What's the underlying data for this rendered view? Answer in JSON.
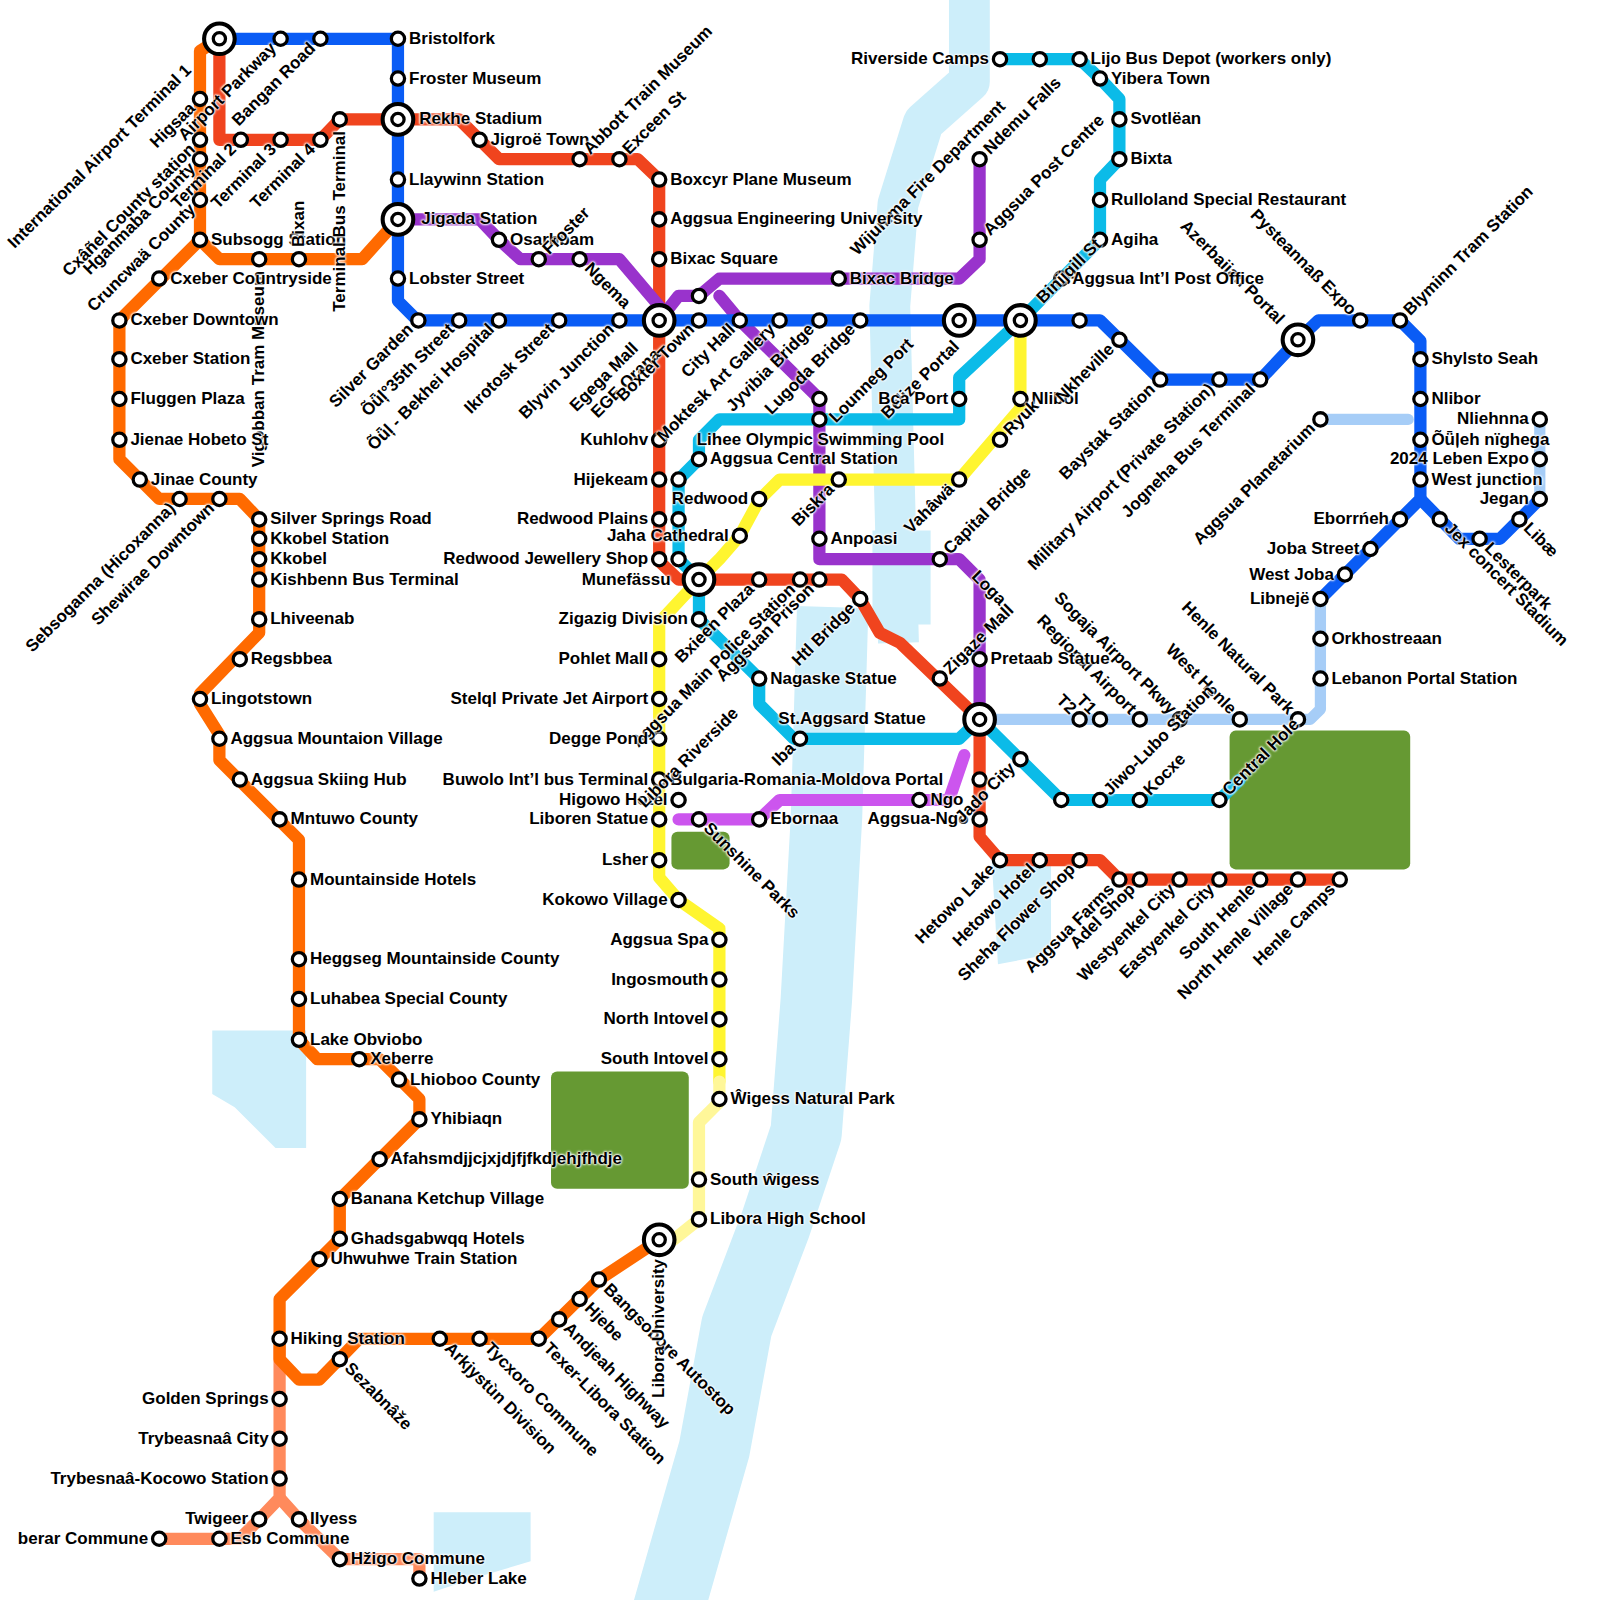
{
  "diagram": {
    "labels": [
      "International Airport Terminal 1",
      "Higsaa",
      "Airport Parkway",
      "Bangan Road",
      "Cxâñel County station",
      "Hganmaba County",
      "Terminal 2",
      "Terminal 3",
      "Terminal 4",
      "Cruncwaä County",
      "Subsogg Station",
      "Bixan",
      "Vigobban Tram Museum",
      "Terminal Bus Terminal",
      "Bristolfork",
      "Froster Museum",
      "Rekhe Stadium",
      "Jigroë Town",
      "Abbott Train Museum",
      "Exceen St",
      "Llaywinn Station",
      "Jigada Station",
      "Osarbbam",
      "Froster",
      "Ngema",
      "Lobster Street",
      "Cxeber Countryside",
      "Cxeber Downtown",
      "Cxeber Station",
      "Fluggen Plaza",
      "Jienae Hobeto St",
      "Jinae County",
      "Sebsoganna (Hicoxanna)",
      "Shewirae Downtown",
      "Silver Springs Road",
      "Kkobel Station",
      "Kkobel",
      "Kishbenn Bus Terminal",
      "Lhiveenab",
      "Regsbbea",
      "Lingotstown",
      "Aggsua Mountaion Village",
      "Aggsua Skiing Hub",
      "Mntuwo County",
      "Mountainside Hotels",
      "Heggseg Mountainside County",
      "Luhabea Special County",
      "Lake Obviobo",
      "Xeberre",
      "Lhioboo County",
      "Yhibiaqn",
      "Afahsmdjjcjxjdjfjfkdjehjfhdje",
      "Banana Ketchup Village",
      "Ghadsgabwqq Hotels",
      "Uhwuhwe Train Station",
      "Hiking Station",
      "Sezabnâže",
      "Arkjystùn Division",
      "Tycxoro Commune",
      "Texer-Libora Station",
      "Andjeah Highway",
      "Hjebe",
      "Bangsobore Autostop",
      "Libora University",
      "Golden Springs",
      "Trybeasnaâ City",
      "Trybesnaâ-Kocowo Station",
      "Twigeer",
      "Ilyess",
      "Esb Commune",
      "berar Commune",
      "Hžigo Commune",
      "Hleber Lake",
      "Silver Garden",
      "Õǖļ°35th Street",
      "Õǖļ - Bekhei Hospital",
      "Ikrotosk Street",
      "Blyvin Junction",
      "Egega Mall",
      "EGE Orana",
      "Boxter Town",
      "City Hall",
      "Moktesk Art Gallery",
      "Jyvibia Bridge",
      "Lugoda Bridge",
      "Lounneg Port",
      "Belize Portal",
      "Bca Port",
      "Binijgill St",
      "Nlibol",
      "Nkheville",
      "Baystak Station",
      "Military Airport (Private Station)",
      "Jogneha Bus Terminal",
      "Azerbaijan Portal",
      "Pysteannaß Expo",
      "Blyminn Tram Station",
      "Aggsua Planetarium",
      "Shylsto Seah",
      "Nlibor",
      "Õǖļeh nïghega",
      "West junction",
      "Nliehnna",
      "2024 Leben Expo",
      "Jegan",
      "Libæ",
      "Lesterpark",
      "Jex concert Stadium",
      "Eborrńeh",
      "Joba Street",
      "West Joba",
      "Libnejë",
      "Orkhostreaan",
      "Lebanon Portal Station",
      "Henle Natural Park",
      "West Henle",
      "Sogaja Airport Pkwy",
      "Regional Airport",
      "T1",
      "T2",
      "Riverside Camps",
      "Lijo Bus Depot (workers only)",
      "Yibera Town",
      "Svotlëan",
      "Bixta",
      "Rulloland Special Restaurant",
      "Agiha",
      "Aggsua Int’l Post Office",
      "Ndemu Falls",
      "Aggsua Post Centre",
      "Wijumma Fire Department",
      "Bixac Bridge",
      "Boxcyr Plane Museum",
      "Aggsua Engineering University",
      "Bixac Square",
      "Kuhlohv",
      "Hijekeam",
      "Redwood Plains",
      "Redwood Jewellery Shop",
      "Munefässu",
      "Lihee Olympic Swimming Pool",
      "Aggsua Central Station",
      "Redwood",
      "Jaha Cathedral",
      "Capital Bridge",
      "Ryuk",
      "Vahâwä",
      "Biskra",
      "Anpoasi",
      "Htl Bridge",
      "Aggsuan Prison",
      "Aggsua Main Police Station",
      "Bxieen Plaza",
      "Zigazig Division",
      "Pohlet Mall",
      "Stelql Private Jet Airport",
      "Degge Pond",
      "Buwolo Int’l bus Terminal",
      "Bulgaria-Romania-Moldova Portal",
      "Higowo Hotel",
      "Liboren Statue",
      "Lsher",
      "Kokowo Village",
      "Aggsua Spa",
      "Ingosmouth",
      "North Intovel",
      "South Intovel",
      "Ŵigess Natural Park",
      "South ŵigess",
      "Libora High School",
      "Ngo",
      "Aggsua-Ngo",
      "Ebornaa",
      "Sunshine Parks",
      "Nagaske Statue",
      "St.Aggsard Statue",
      "Iba",
      "Libora Riverside",
      "Zigaze Mall",
      "Loga",
      "Pretaab Statue",
      "Jado City",
      "Jiwo-Lubo Station",
      "Kocxe",
      "Central Hole",
      "Hetowo Lake",
      "Hetowo Hotel",
      "Sheha Flower Shop",
      "Aggsua Farms",
      "Adel Shop",
      "Westyenkel City",
      "Eastyenkel City",
      "South Henle",
      "North Henle Village",
      "Henle Camps"
    ]
  }
}
